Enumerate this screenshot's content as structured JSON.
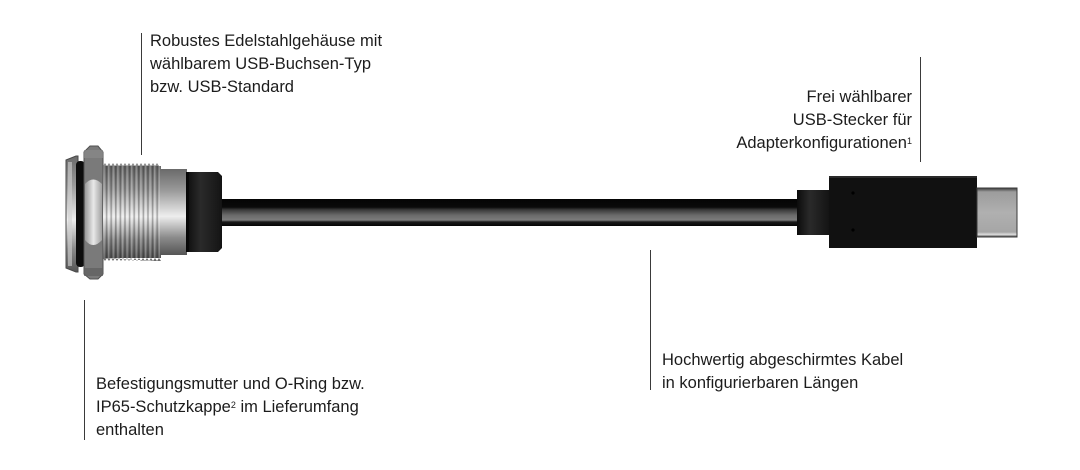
{
  "diagram": {
    "subject": "USB panel-mount cable with stainless steel housing and USB plug",
    "callouts": [
      {
        "id": "housing",
        "lines": [
          "Robustes Edelstahlgehäuse mit",
          "wählbarem USB-Buchsen-Typ",
          "bzw. USB-Standard"
        ],
        "superscript": ""
      },
      {
        "id": "plug",
        "lines": [
          "Frei wählbarer",
          "USB-Stecker für",
          "Adapterkonfigurationen"
        ],
        "superscript": "1"
      },
      {
        "id": "mounting",
        "lines": [
          "Befestigungsmutter und O-Ring bzw.",
          "IP65-Schutzkappe",
          "im Lieferumfang",
          "enthalten"
        ],
        "superscript": "2"
      },
      {
        "id": "cable",
        "lines": [
          "Hochwertig abgeschirmtes Kabel",
          "in konfigurierbaren Längen"
        ],
        "superscript": ""
      }
    ],
    "colors": {
      "background": "#ffffff",
      "text": "#1c1c1c",
      "leader_line": "#3a3a3a",
      "steel_dark": "#5a5a5a",
      "steel_light": "#e6e6e6",
      "rubber_black": "#121212",
      "usb_c_tip": "#a8a8a8"
    }
  }
}
